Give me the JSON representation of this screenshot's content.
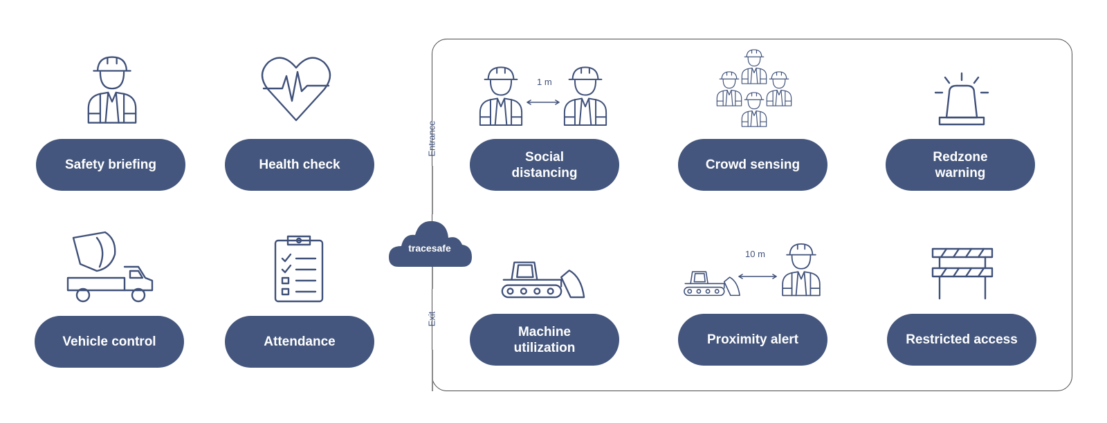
{
  "left_items": [
    {
      "label": "Safety briefing",
      "icon": "worker-icon"
    },
    {
      "label": "Health check",
      "icon": "heart-pulse-icon"
    },
    {
      "label": "Vehicle control",
      "icon": "cement-truck-icon"
    },
    {
      "label": "Attendance",
      "icon": "clipboard-checklist-icon"
    }
  ],
  "zone": {
    "entrance_label": "Entrance",
    "exit_label": "Exit",
    "cloud_label": "tracesafe",
    "items": [
      {
        "label": "Social\ndistancing",
        "icon": "two-workers-distance-icon",
        "distance": "1 m"
      },
      {
        "label": "Crowd sensing",
        "icon": "crowd-icon"
      },
      {
        "label": "Redzone\nwarning",
        "icon": "warning-beacon-icon"
      },
      {
        "label": "Machine\nutilization",
        "icon": "bulldozer-icon"
      },
      {
        "label": "Proximity alert",
        "icon": "bulldozer-worker-icon",
        "distance": "10 m"
      },
      {
        "label": "Restricted access",
        "icon": "barricade-icon"
      }
    ]
  },
  "colors": {
    "pill": "#44567d",
    "icon": "#3f5079",
    "border": "#4a4a4a"
  }
}
